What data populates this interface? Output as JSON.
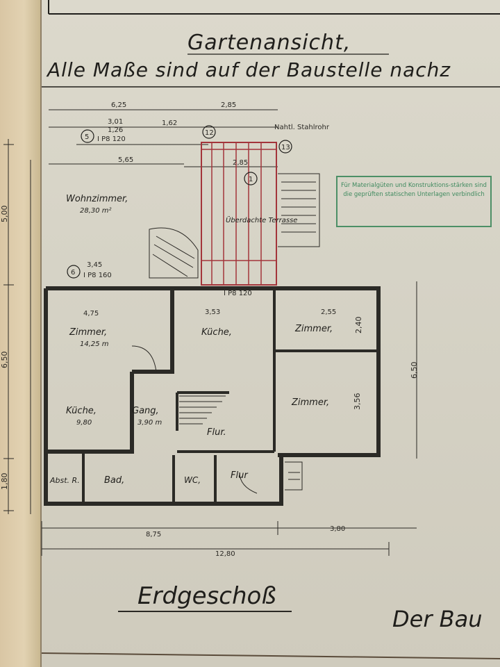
{
  "sheet": {
    "view_title": "Gartenansicht,",
    "note": "Alle Maße sind auf der Baustelle nachz",
    "floor_label": "Erdgeschoß",
    "bau_label": "Der Bau",
    "stamp_text": "Für Materialgüten und Konstruktions-stärken sind die geprüften statischen Unterlagen verbindlich"
  },
  "rooms": {
    "wohnzimmer": "Wohnzimmer,",
    "wohnzimmer_area": "28,30 m²",
    "ueberdachte_terrasse": "Überdachte Terrasse",
    "zimmer_left": "Zimmer,",
    "zimmer_left_area": "14,25 m",
    "kueche_center": "Küche,",
    "zimmer_right_top": "Zimmer,",
    "zimmer_right": "Zimmer,",
    "kueche_left": "Küche,",
    "kueche_left_area": "9,80",
    "gang": "Gang,",
    "gang_area": "3,90 m",
    "flur_center": "Flur.",
    "abst_r": "Abst. R.",
    "bad": "Bad,",
    "wc": "WC,",
    "flur_entry": "Flur"
  },
  "dimensions": {
    "top": [
      "6,25",
      "2,85",
      "3,01",
      "1,26",
      "1,62",
      "5,65",
      "2,85"
    ],
    "left_vertical": [
      "5,00",
      "6,50",
      "1,80"
    ],
    "right_vertical": [
      "6,50"
    ],
    "bottom": [
      "8,75",
      "3,80",
      "12,80"
    ],
    "mid": [
      "3,45",
      "4,75",
      "3,53",
      "2,55",
      "2,40",
      "3,56"
    ],
    "beams": [
      "I P8 120",
      "I P8 160",
      "I P8 120"
    ],
    "markers": [
      "5",
      "6",
      "12",
      "13",
      "1"
    ],
    "steel_note": "Nahtl. Stahlrohr"
  },
  "colors": {
    "ink": "#1f1e1b",
    "red_hatch": "#a3343a",
    "stamp_green": "#4c8f66",
    "paper": "#d6d3c6"
  }
}
